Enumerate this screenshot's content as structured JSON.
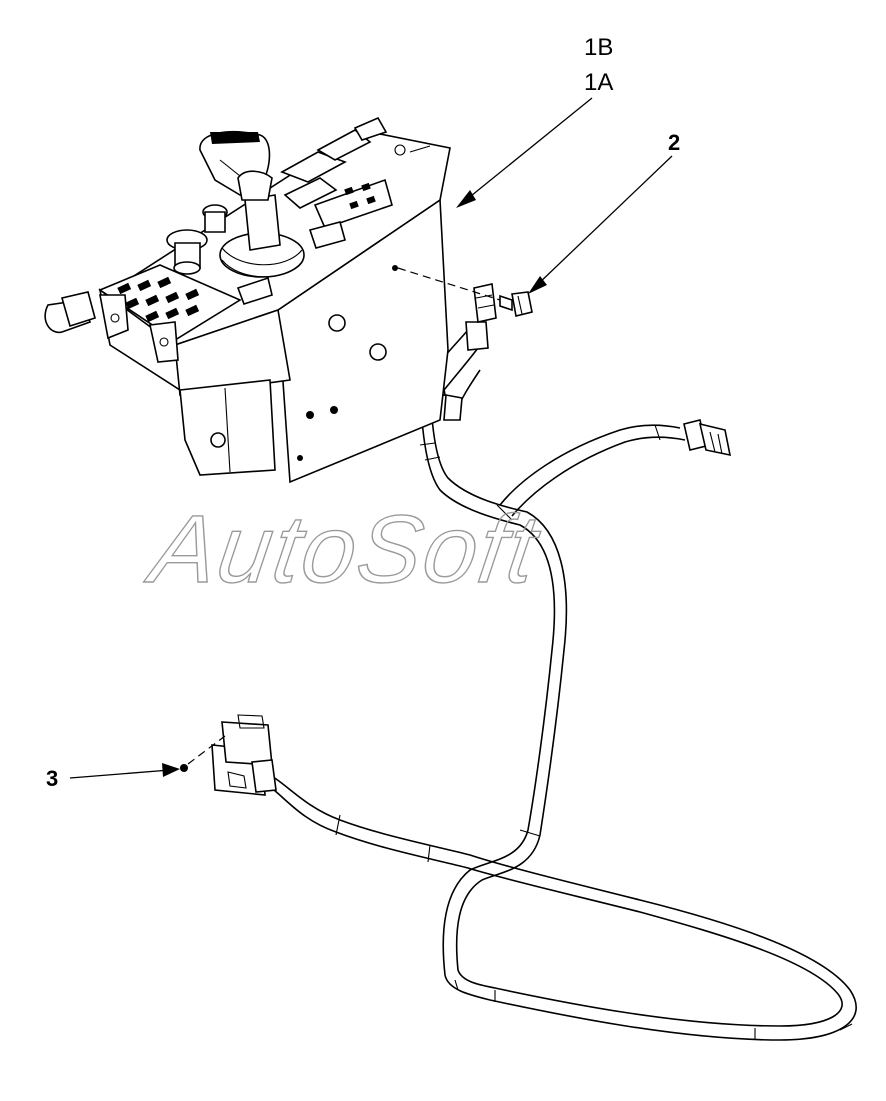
{
  "callouts": {
    "label_1b": "1B",
    "label_1a": "1A",
    "label_2": "2",
    "label_3": "3"
  },
  "watermark": {
    "text": "AutoSoft"
  },
  "colors": {
    "line": "#000000",
    "background": "#ffffff",
    "watermark": "#9a9a9a"
  }
}
